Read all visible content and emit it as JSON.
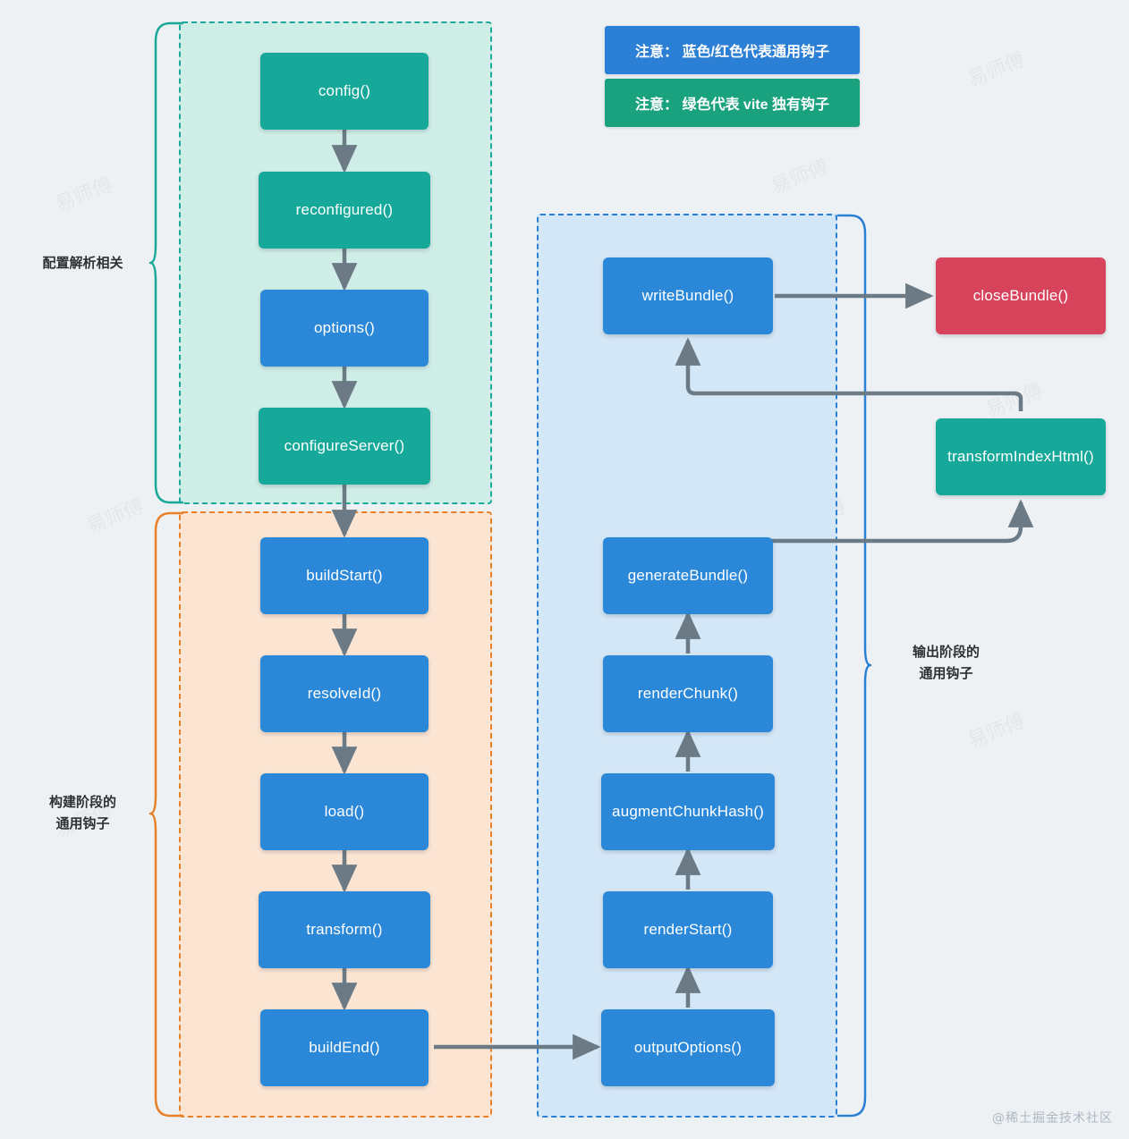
{
  "page": {
    "background": "#eef1f4",
    "credit": "@稀土掘金技术社区",
    "watermark_text": "易师傅"
  },
  "legend": {
    "items": [
      {
        "text": "注意： 蓝色/红色代表通用钩子",
        "color": "#2b7fd4"
      },
      {
        "text": "注意： 绿色代表 vite 独有钩子",
        "color": "#1aa27f"
      }
    ]
  },
  "groups": [
    {
      "id": "config-group",
      "label": "配置解析相关",
      "border_color": "#1aa998",
      "fill_color": "#cfeee7",
      "brace_color": "#1aa998"
    },
    {
      "id": "build-group",
      "label": "构建阶段的\n通用钩子",
      "border_color": "#e8802a",
      "fill_color": "#fbe4d2",
      "brace_color": "#e8802a"
    },
    {
      "id": "output-group",
      "label": "输出阶段的\n通用钩子",
      "border_color": "#2b7fd4",
      "fill_color": "#d4e7f6",
      "brace_color": "#2b7fd4"
    }
  ],
  "nodes": {
    "config": {
      "label": "config()",
      "kind": "vite-only",
      "color": "#16a99a"
    },
    "reconfigured": {
      "label": "reconfigured()",
      "kind": "vite-only",
      "color": "#16a99a"
    },
    "options": {
      "label": "options()",
      "kind": "universal",
      "color": "#2b88d8"
    },
    "configureServer": {
      "label": "configureServer()",
      "kind": "vite-only",
      "color": "#16a99a"
    },
    "buildStart": {
      "label": "buildStart()",
      "kind": "universal",
      "color": "#2b88d8"
    },
    "resolveId": {
      "label": "resolveId()",
      "kind": "universal",
      "color": "#2b88d8"
    },
    "load": {
      "label": "load()",
      "kind": "universal",
      "color": "#2b88d8"
    },
    "transform": {
      "label": "transform()",
      "kind": "universal",
      "color": "#2b88d8"
    },
    "buildEnd": {
      "label": "buildEnd()",
      "kind": "universal",
      "color": "#2b88d8"
    },
    "outputOptions": {
      "label": "outputOptions()",
      "kind": "universal",
      "color": "#2b88d8"
    },
    "renderStart": {
      "label": "renderStart()",
      "kind": "universal",
      "color": "#2b88d8"
    },
    "augmentChunkHash": {
      "label": "augmentChunkHash()",
      "kind": "universal",
      "color": "#2b88d8"
    },
    "renderChunk": {
      "label": "renderChunk()",
      "kind": "universal",
      "color": "#2b88d8"
    },
    "generateBundle": {
      "label": "generateBundle()",
      "kind": "universal",
      "color": "#2b88d8"
    },
    "writeBundle": {
      "label": "writeBundle()",
      "kind": "universal",
      "color": "#2b88d8"
    },
    "closeBundle": {
      "label": "closeBundle()",
      "kind": "universal",
      "color": "#d8435c"
    },
    "transformIndexHtml": {
      "label": "transformIndexHtml()",
      "kind": "vite-only",
      "color": "#16a99a"
    }
  },
  "edges": [
    {
      "from": "config",
      "to": "reconfigured"
    },
    {
      "from": "reconfigured",
      "to": "options"
    },
    {
      "from": "options",
      "to": "configureServer"
    },
    {
      "from": "configureServer",
      "to": "buildStart"
    },
    {
      "from": "buildStart",
      "to": "resolveId"
    },
    {
      "from": "resolveId",
      "to": "load"
    },
    {
      "from": "load",
      "to": "transform"
    },
    {
      "from": "transform",
      "to": "buildEnd"
    },
    {
      "from": "buildEnd",
      "to": "outputOptions"
    },
    {
      "from": "outputOptions",
      "to": "renderStart"
    },
    {
      "from": "renderStart",
      "to": "augmentChunkHash"
    },
    {
      "from": "augmentChunkHash",
      "to": "renderChunk"
    },
    {
      "from": "renderChunk",
      "to": "generateBundle"
    },
    {
      "from": "generateBundle",
      "to": "transformIndexHtml"
    },
    {
      "from": "transformIndexHtml",
      "to": "writeBundle"
    },
    {
      "from": "writeBundle",
      "to": "closeBundle"
    }
  ],
  "edge_color": "#6b7a85"
}
